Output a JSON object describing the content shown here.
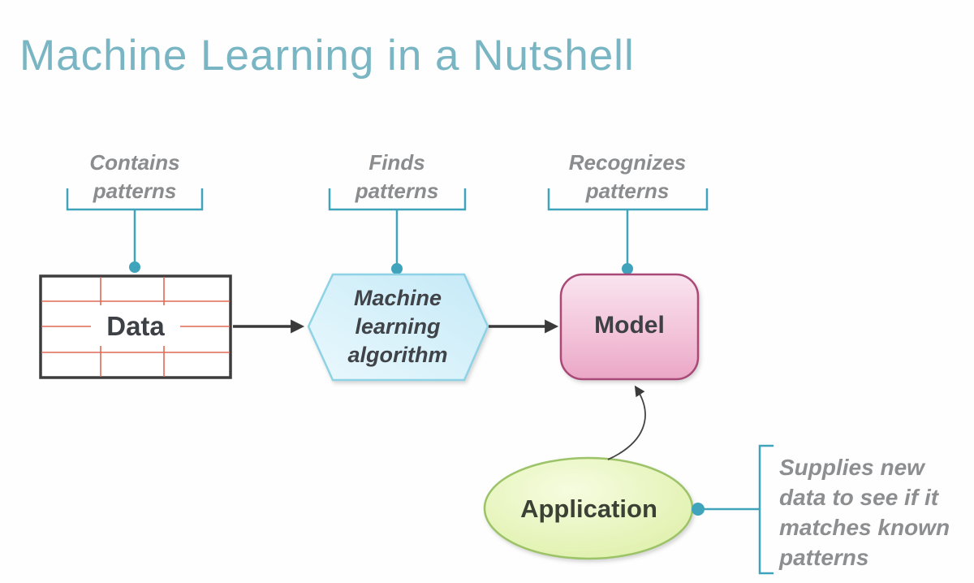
{
  "title": "Machine Learning in a Nutshell",
  "callouts": {
    "data": "Contains patterns",
    "algorithm": "Finds patterns",
    "model": "Recognizes patterns"
  },
  "nodes": {
    "data": "Data",
    "algorithm": "Machine learning algorithm",
    "model": "Model",
    "application": "Application"
  },
  "application_note": {
    "lines": [
      "Supplies new",
      "data to see if it",
      "matches known",
      "patterns"
    ]
  },
  "colors": {
    "title_teal": "#79b5c3",
    "accent_teal": "#3fa3bc",
    "gray_text": "#8b8c8e",
    "arrow_dark": "#3a3a3a",
    "data_border": "#3d3d3d",
    "data_grid_red": "#e06a55",
    "hexagon_fill_light": "#eaf8fd",
    "hexagon_fill_dark": "#c5eaf7",
    "hexagon_border": "#8ed2e5",
    "model_fill_light": "#f9e4ef",
    "model_fill_dark": "#eaa6c6",
    "model_border": "#a84a78",
    "application_fill_light": "#f6fce0",
    "application_fill_dark": "#dcefa4",
    "application_border": "#9cc368"
  }
}
